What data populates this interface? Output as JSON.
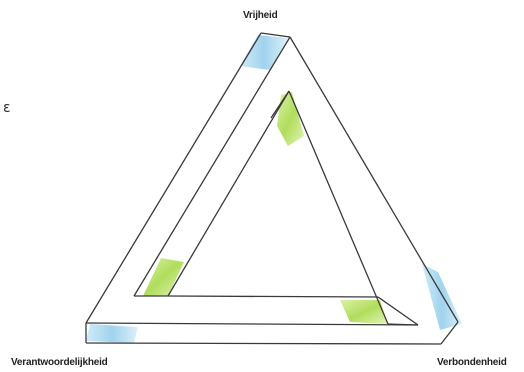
{
  "stray_char": "ε",
  "labels": {
    "top": "Vrijheid",
    "bottom_left": "Verantwoordelijkheid",
    "bottom_right": "Verbondenheid"
  },
  "colors": {
    "outline": "#3a3a3a",
    "blue_accent": "#a9d8ef",
    "green_accent": "#b9e36a",
    "background": "#ffffff"
  }
}
